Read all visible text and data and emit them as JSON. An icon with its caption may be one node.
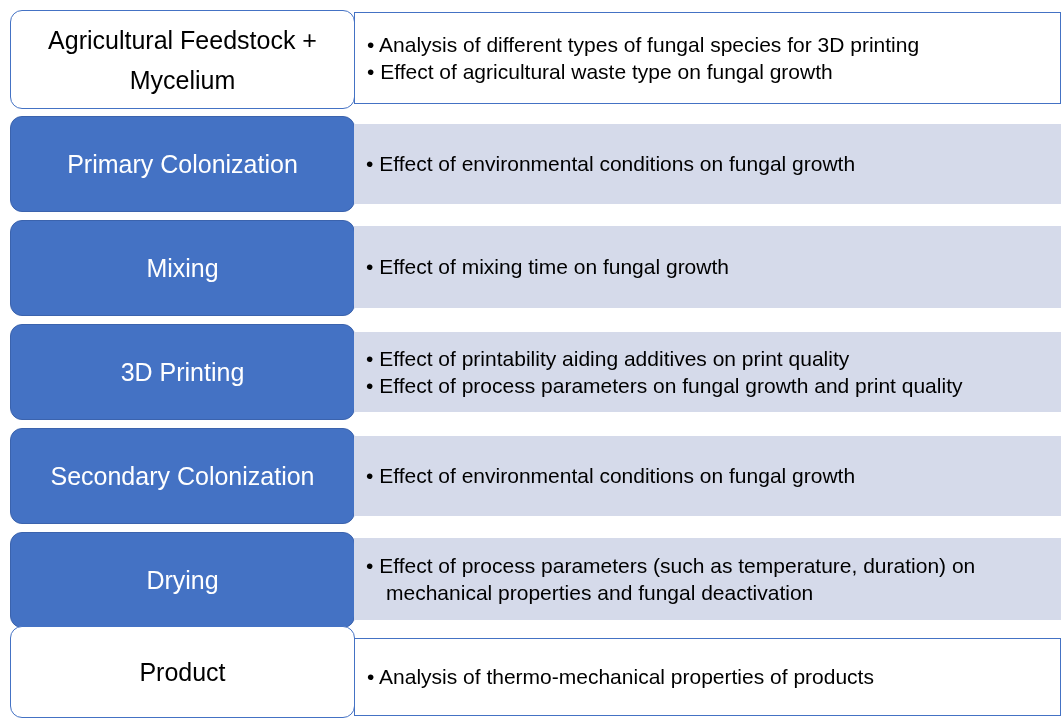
{
  "diagram": {
    "nodes": [
      {
        "text": [
          "Agricultural Feedstock + Mycelium"
        ]
      },
      {
        "text": [
          "• Analysis of different types of fungal species for 3D printing",
          "• Effect of agricultural waste type on fungal growth"
        ]
      },
      {
        "text": [
          "Primary Colonization"
        ]
      },
      {
        "text": [
          "• Effect of environmental conditions on fungal growth"
        ]
      },
      {
        "text": [
          "Mixing"
        ]
      },
      {
        "text": [
          "• Effect of mixing time on fungal growth"
        ]
      },
      {
        "text": [
          "3D Printing"
        ]
      },
      {
        "text": [
          "• Effect of printability aiding additives on print quality",
          "• Effect of process parameters on fungal growth and print quality"
        ]
      },
      {
        "text": [
          "Secondary Colonization"
        ]
      },
      {
        "text": [
          "• Effect of environmental conditions on fungal growth"
        ]
      },
      {
        "text": [
          "Drying"
        ]
      },
      {
        "text": [
          "• Effect of process parameters (such as temperature, duration) on mechanical properties and fungal deactivation"
        ]
      },
      {
        "text": [
          "Product"
        ]
      },
      {
        "text": [
          "• Analysis of thermo-mechanical properties of products"
        ]
      }
    ],
    "edges": []
  }
}
